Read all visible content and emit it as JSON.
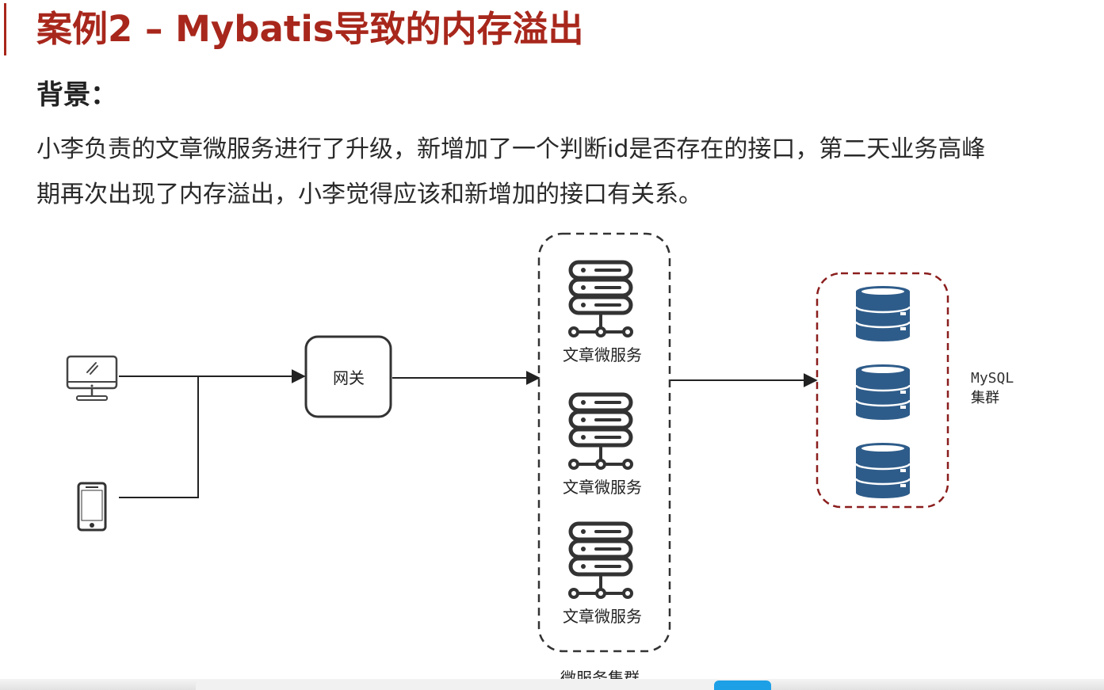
{
  "slide": {
    "title": "案例2 – Mybatis导致的内存溢出",
    "section_heading": "背景：",
    "description_line1": "小李负责的文章微服务进行了升级，新增加了一个判断id是否存在的接口，第二天业务高峰",
    "description_line2": "期再次出现了内存溢出，小李觉得应该和新增加的接口有关系。"
  },
  "diagram": {
    "clients": [
      {
        "icon": "desktop-computer-icon"
      },
      {
        "icon": "mobile-phone-icon"
      }
    ],
    "gateway_label": "网关",
    "services": [
      {
        "label": "文章微服务",
        "icon": "server-stack-icon"
      },
      {
        "label": "文章微服务",
        "icon": "server-stack-icon"
      },
      {
        "label": "文章微服务",
        "icon": "server-stack-icon"
      }
    ],
    "service_cluster_label": "微服务集群",
    "databases": [
      {
        "icon": "database-icon"
      },
      {
        "icon": "database-icon"
      },
      {
        "icon": "database-icon"
      }
    ],
    "db_cluster_label_line1": "MySQL",
    "db_cluster_label_line2": "集群"
  },
  "colors": {
    "title": "#a8271c",
    "db_cluster_border": "#8b1e1e",
    "database_fill": "#2e5c8a",
    "icon_stroke": "#333333"
  }
}
